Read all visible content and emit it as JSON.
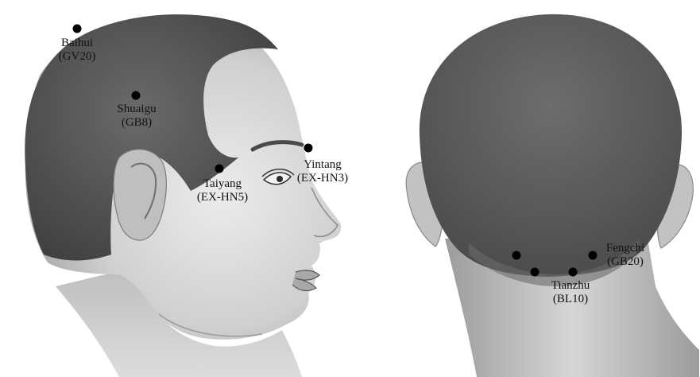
{
  "colors": {
    "skin_light": "#e6e6e6",
    "skin_mid": "#bdbdbd",
    "skin_dark": "#8f8f8f",
    "hair": "#555555",
    "hair_dark": "#3a3a3a",
    "marker": "#000000"
  },
  "acupoints": {
    "baihui": {
      "name": "Baihui",
      "code": "(GV20)"
    },
    "shuaigu": {
      "name": "Shuaigu",
      "code": "(GB8)"
    },
    "taiyang": {
      "name": "Taiyang",
      "code": "(EX-HN5)"
    },
    "yintang": {
      "name": "Yintang",
      "code": "(EX-HN3)"
    },
    "fengchi": {
      "name": "Fengchi",
      "code": "(GB20)"
    },
    "tianzhu": {
      "name": "Tianzhu",
      "code": "(BL10)"
    }
  }
}
